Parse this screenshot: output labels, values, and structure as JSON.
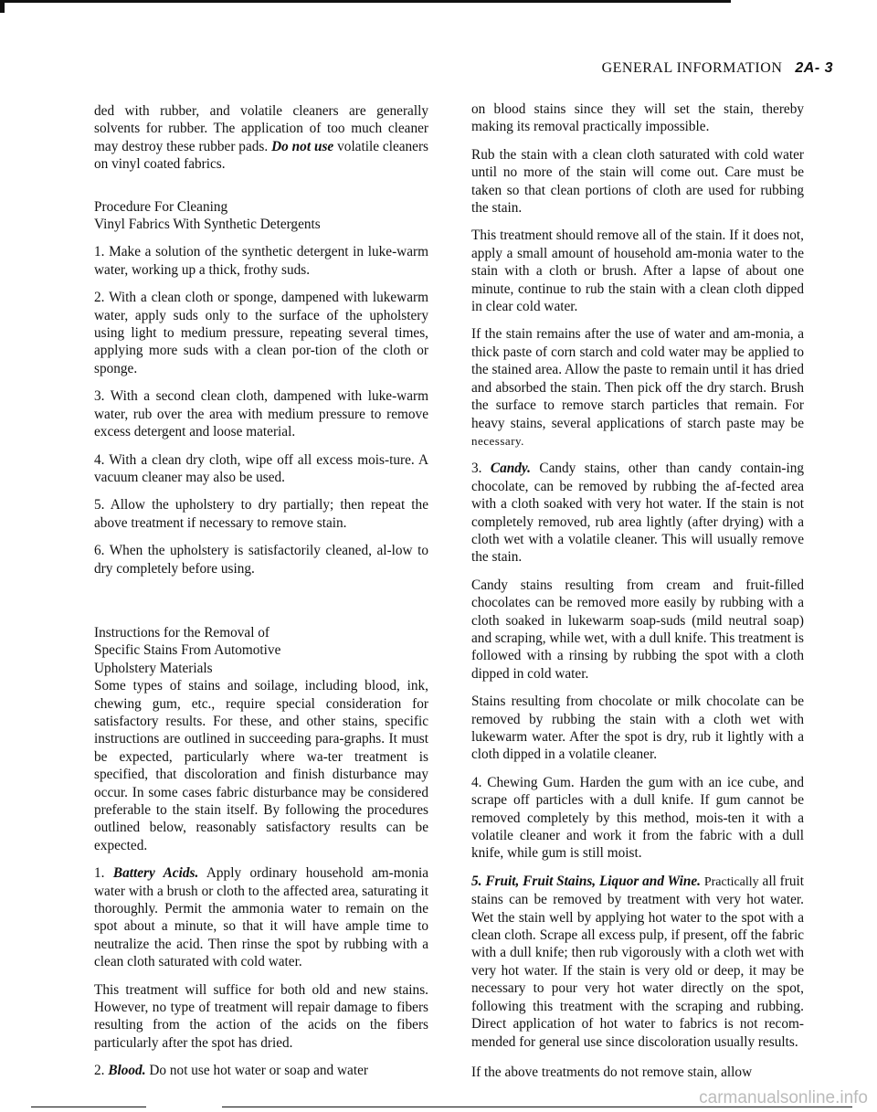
{
  "header": {
    "title": "GENERAL INFORMATION",
    "section": "2A- 3"
  },
  "left": {
    "intro": "ded with rubber, and volatile cleaners are generally solvents for rubber. The application of too much cleaner may destroy these rubber pads.",
    "intro_emph": "Do not use",
    "intro_end": "volatile cleaners on vinyl coated fabrics.",
    "heading1_line1": "Procedure For Cleaning",
    "heading1_line2": "Vinyl Fabrics With Synthetic Detergents",
    "step1": "1. Make a solution of the synthetic detergent in luke-warm water, working up a thick, frothy suds.",
    "step2": "2. With a clean cloth or sponge, dampened with lukewarm water, apply suds only to the surface of the upholstery using light to medium pressure, repeating several times, applying more suds with a clean por-tion of the cloth or sponge.",
    "step3": "3. With a second clean cloth, dampened with luke-warm water, rub over the area with medium pressure to remove excess detergent and loose material.",
    "step4": "4. With a clean dry cloth, wipe off all excess mois-ture. A vacuum cleaner may also be used.",
    "step5": "5. Allow the upholstery to dry partially; then repeat the above treatment if necessary to remove stain.",
    "step6": "6. When the upholstery is satisfactorily cleaned, al-low to dry completely before using.",
    "heading2_line1": "Instructions for the Removal of",
    "heading2_line2": "Specific Stains From Automotive",
    "heading2_line3": "Upholstery Materials",
    "para_intro": "Some types of stains and soilage, including blood, ink, chewing gum, etc., require special consideration for satisfactory results. For these, and other stains, specific instructions are outlined in succeeding para-graphs. It must be expected, particularly where wa-ter treatment is specified, that discoloration and finish disturbance may occur. In some cases fabric disturbance may be considered preferable to the stain itself. By following the procedures outlined below, reasonably satisfactory results can be expected.",
    "battery_num": "1.",
    "battery_title": "Battery Acids.",
    "battery_text": "Apply ordinary household am-monia water with a brush or cloth to the affected area, saturating it thoroughly. Permit the ammonia water to remain on the spot about a minute, so that it will have ample time to neutralize the acid. Then rinse the spot by rubbing with a clean cloth saturated with cold water.",
    "battery_text2": "This treatment will suffice for both old and new stains. However, no type of treatment will repair damage to fibers resulting from the action of the acids on the fibers particularly after the spot has dried.",
    "blood_num": "2.",
    "blood_title": "Blood.",
    "blood_text": "Do not use hot water or soap and water"
  },
  "right": {
    "blood_cont": "on blood stains since they will set the stain, thereby making its removal practically impossible.",
    "blood_p2": "Rub the stain with a clean cloth saturated with cold water until no more of the stain will come out. Care must be taken so that clean portions of cloth are used for rubbing the stain.",
    "blood_p3": "This treatment should remove all of the stain. If it does not, apply a small amount of household am-monia water to the stain with a cloth or brush. After a lapse of about one minute, continue to rub the stain with a clean cloth dipped in clear cold water.",
    "blood_p4": "If the stain remains after the use of water and am-monia, a thick paste of corn starch and cold water may be applied to the stained area. Allow the paste to remain until it has dried and absorbed the stain. Then pick off the dry starch. Brush the surface to remove starch particles that remain. For heavy stains, several applications of starch paste may be",
    "blood_p4_end": "necessary.",
    "candy_num": "3.",
    "candy_title": "Candy.",
    "candy_text": "Candy stains, other than candy contain-ing chocolate, can be removed by rubbing the af-fected area with a cloth soaked with very hot water. If the stain is not completely removed, rub area lightly (after drying) with a cloth wet with a volatile cleaner. This will usually remove the stain.",
    "candy_p2": "Candy stains resulting from cream and fruit-filled chocolates can be removed more easily by rubbing with a cloth soaked in lukewarm soap-suds (mild neutral soap) and scraping, while wet, with a dull knife. This treatment is followed with a rinsing by rubbing the spot with a cloth dipped in cold water.",
    "candy_p3": "Stains resulting from chocolate or milk chocolate can be removed by rubbing the stain with a cloth wet with lukewarm water. After the spot is dry, rub it lightly with a cloth dipped in a volatile cleaner.",
    "gum_text": "4. Chewing Gum. Harden the gum with an ice cube, and scrape off particles with a dull knife. If gum cannot be removed completely by this method, mois-ten it with a volatile cleaner and work it from the fabric with a dull knife, while gum is still moist.",
    "fruit_title": "5. Fruit, Fruit Stains, Liquor and Wine.",
    "fruit_word": "Practically",
    "fruit_text": "all fruit stains can be removed by treatment with very hot water. Wet the stain well by applying hot water to the spot with a clean cloth. Scrape all excess pulp, if present, off the fabric with a dull knife; then rub vigorously with a cloth wet with very hot water. If the stain is very old or deep, it may be necessary to pour very hot water directly on the spot, following this treatment with the scraping and rubbing. Direct application of hot water to fabrics is not recom-mended for general use since discoloration usually results.",
    "last_line": "If the above treatments do not remove stain, allow"
  },
  "footer": {
    "watermark": "carmanualsonline.info"
  }
}
